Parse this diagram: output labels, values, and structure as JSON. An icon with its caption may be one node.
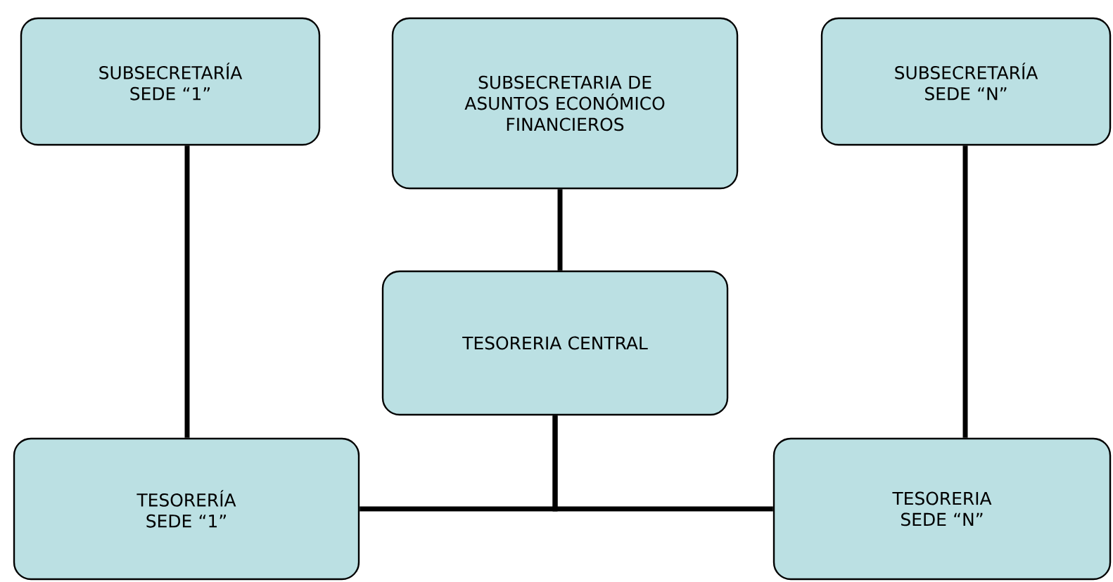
{
  "diagram": {
    "nodes": [
      {
        "text": [
          "SUBSECRETARÍA SEDE “1”"
        ]
      },
      {
        "text": [
          "SUBSECRETARIA DE ASUNTOS ECONÓMICO FINANCIEROS"
        ]
      },
      {
        "text": [
          "SUBSECRETARÍA SEDE “N”"
        ]
      },
      {
        "text": [
          "TESORERIA CENTRAL"
        ]
      },
      {
        "text": [
          "TESORERÍA SEDE “1”"
        ]
      },
      {
        "text": [
          "TESORERIA SEDE “N”"
        ]
      }
    ],
    "edges": [
      {
        "from": 0,
        "to": 4,
        "arrow": "none"
      },
      {
        "from": 1,
        "to": 3,
        "arrow": "none"
      },
      {
        "from": 2,
        "to": 5,
        "arrow": "none"
      },
      {
        "from": 3,
        "to": 4,
        "arrow": "none"
      },
      {
        "from": 3,
        "to": 5,
        "arrow": "none"
      }
    ]
  }
}
